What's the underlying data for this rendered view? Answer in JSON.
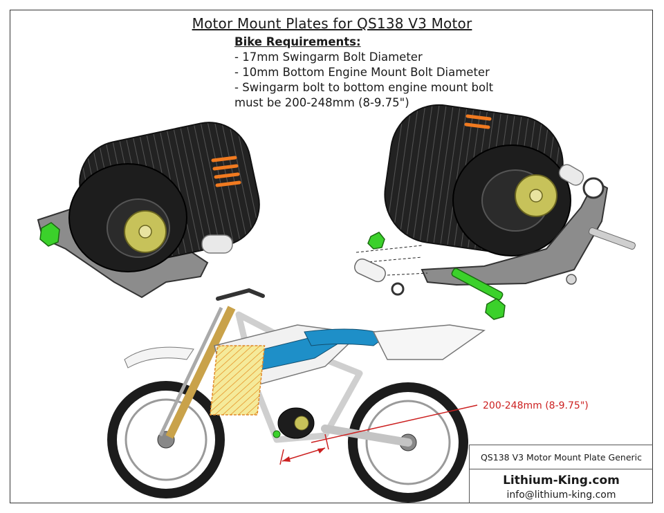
{
  "page": {
    "title": "Motor Mount Plates for QS138 V3 Motor"
  },
  "requirements": {
    "heading": "Bike Requirements:",
    "lines": [
      "- 17mm Swingarm Bolt Diameter",
      "- 10mm Bottom Engine Mount Bolt Diameter",
      "- Swingarm bolt to bottom engine mount bolt",
      "must be 200-248mm (8-9.75\")"
    ]
  },
  "dimension": {
    "label": "200-248mm (8-9.75\")"
  },
  "title_block": {
    "part_name": "QS138 V3 Motor Mount Plate Generic",
    "brand": "Lithium-King.com",
    "email": "info@lithium-king.com"
  },
  "colors": {
    "accent_red": "#cc2020",
    "bolt_green": "#3bd12b",
    "motor_black": "#1d1d1d",
    "plate_gray": "#8c8c8c",
    "rotor_yellow": "#c7c25a",
    "hatch_yellow": "#f3e58a",
    "bike_blue": "#1e8fc8",
    "fin_orange": "#f07a20"
  }
}
